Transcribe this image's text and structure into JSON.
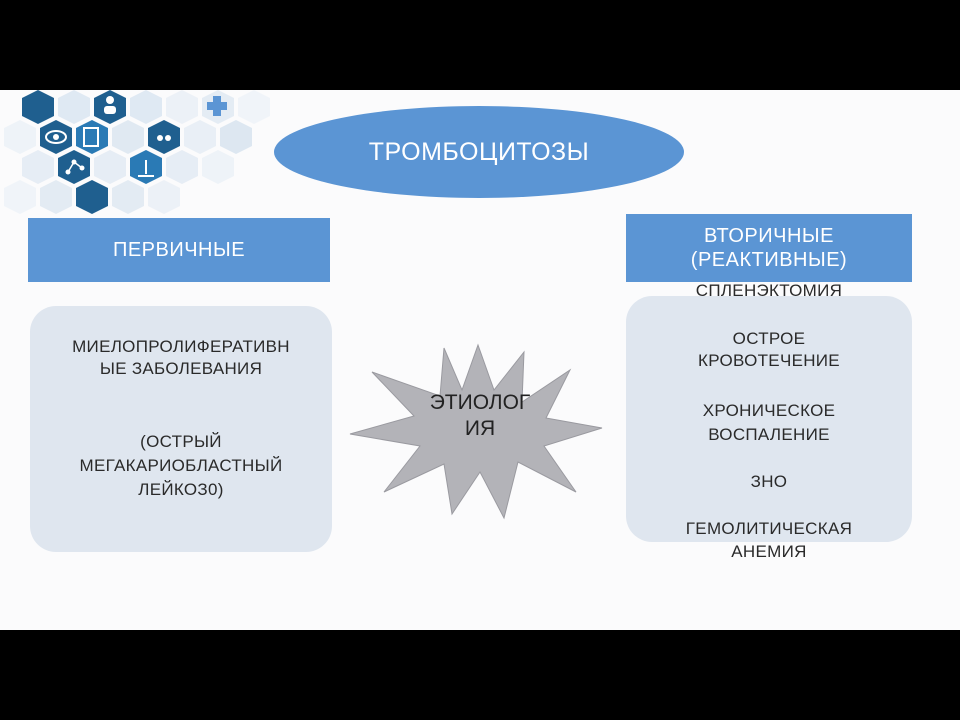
{
  "title": "ТРОМБОЦИТОЗЫ",
  "left": {
    "header": "ПЕРВИЧНЫЕ",
    "line1": "МИЕЛОПРОЛИФЕРАТИВН",
    "line2": "ЫЕ ЗАБОЛЕВАНИЯ",
    "line3": "(ОСТРЫЙ",
    "line4": "МЕГАКАРИОБЛАСТНЫЙ",
    "line5": "ЛЕЙКОЗ0)"
  },
  "center": {
    "line1": "ЭТИОЛОГ",
    "line2": "ИЯ"
  },
  "right": {
    "header_line1": "ВТОРИЧНЫЕ",
    "header_line2": "(РЕАКТИВНЫЕ)",
    "item1": "СПЛЕНЭКТОМИЯ",
    "item2_line1": "ОСТРОЕ",
    "item2_line2": "КРОВОТЕЧЕНИЕ",
    "item3_line1": "ХРОНИЧЕСКОЕ",
    "item3_line2": "ВОСПАЛЕНИЕ",
    "item4": "ЗНО",
    "item5_line1": "ГЕМОЛИТИЧЕСКАЯ",
    "item5_line2": "АНЕМИЯ"
  },
  "colors": {
    "accent": "#5b95d4",
    "box_fill": "#dfe6ef",
    "burst_fill": "#b3b3b8"
  }
}
